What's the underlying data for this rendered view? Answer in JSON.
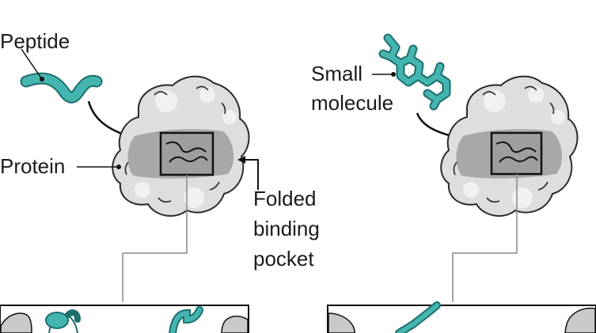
{
  "labels": {
    "peptide": "Peptide",
    "protein": "Protein",
    "folded_binding_pocket": [
      "Folded",
      "binding",
      "pocket"
    ],
    "small_molecule": [
      "Small",
      "molecule"
    ]
  },
  "colors": {
    "teal": "#45b5b0",
    "teal_dark": "#1d6f6c",
    "protein_light": "#e6e6e6",
    "protein_mid": "#cfcfcf",
    "protein_pocket": "#9e9e9e",
    "outline": "#2a2a2a",
    "leader": "#8a8a8a"
  }
}
